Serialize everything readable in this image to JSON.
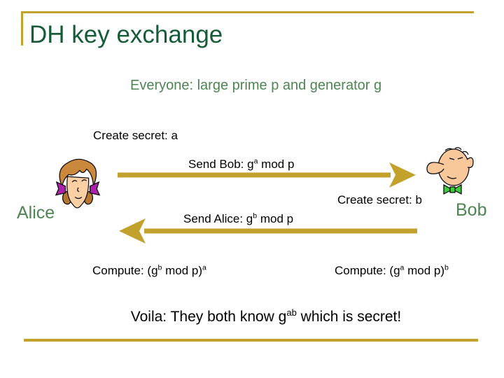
{
  "colors": {
    "title_green": "#175c38",
    "text_green": "#4c8551",
    "gold": "#c2a12d",
    "body_text": "#000000",
    "alice_hair": "#c9883c",
    "alice_bow_purple": "#aa22aa",
    "skin": "#f9c89a",
    "bob_bowtie_green": "#3ecc3e"
  },
  "icons": {
    "alice": "alice-face-icon",
    "bob": "bob-face-icon",
    "arrow_right": "right-arrow-icon",
    "arrow_left": "left-arrow-icon"
  },
  "slide": {
    "title": "DH key exchange",
    "subtitle": "Everyone: large prime p and generator g",
    "create_secret_a": "Create secret: a",
    "create_secret_b": "Create secret: b",
    "alice_label": "Alice",
    "bob_label": "Bob",
    "send_bob": {
      "pre": "Send Bob: g",
      "sup": "a",
      "post": " mod p"
    },
    "send_alice": {
      "pre": "Send Alice: g",
      "sup": "b",
      "post": " mod p"
    },
    "compute_alice": {
      "pre": "Compute: (g",
      "sup1": "b",
      "mid": " mod p)",
      "sup2": "a"
    },
    "compute_bob": {
      "pre": "Compute: (g",
      "sup1": "a",
      "mid": " mod p)",
      "sup2": "b"
    },
    "voila": {
      "pre": "Voila: They both know g",
      "sup": "ab",
      "post": " which is secret!"
    }
  }
}
